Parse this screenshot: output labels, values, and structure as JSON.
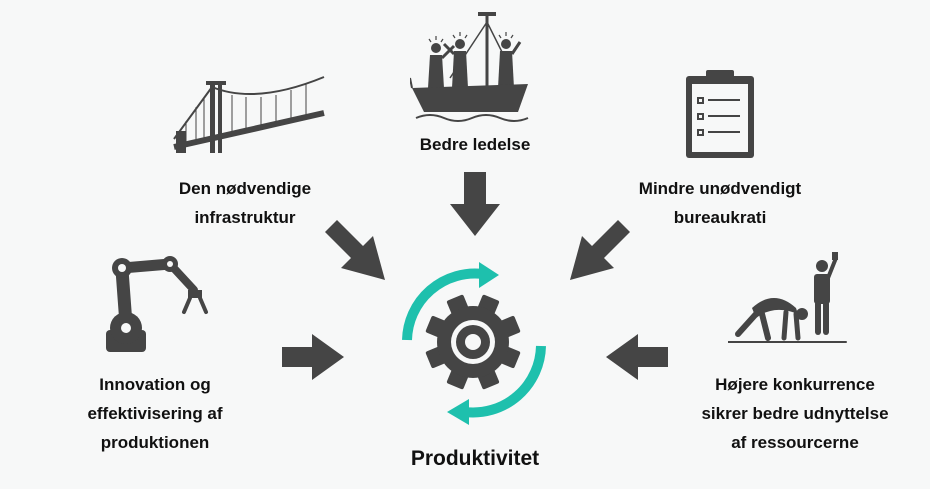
{
  "colors": {
    "background": "#f7f8f8",
    "dark": "#454545",
    "accent": "#1ec0ad",
    "text": "#111111"
  },
  "center": {
    "label": "Produktivitet",
    "icon": "gear-with-cycle-arrows-icon"
  },
  "factors": [
    {
      "id": "ledelse",
      "icon": "ship-with-leaders-icon",
      "lines": [
        "Bedre ledelse"
      ],
      "arrow": "down"
    },
    {
      "id": "infrastruktur",
      "icon": "suspension-bridge-icon",
      "lines": [
        "Den nødvendige",
        "infrastruktur"
      ],
      "arrow": "down-right"
    },
    {
      "id": "bureaukrati",
      "icon": "clipboard-checklist-icon",
      "lines": [
        "Mindre unødvendigt",
        "bureaukrati"
      ],
      "arrow": "down-left"
    },
    {
      "id": "innovation",
      "icon": "robot-arm-icon",
      "lines": [
        "Innovation og",
        "effektivisering af",
        "produktionen"
      ],
      "arrow": "right"
    },
    {
      "id": "konkurrence",
      "icon": "starting-runner-icon",
      "lines": [
        "Højere konkurrence",
        "sikrer bedre udnyttelse",
        "af ressourcerne"
      ],
      "arrow": "left"
    }
  ]
}
